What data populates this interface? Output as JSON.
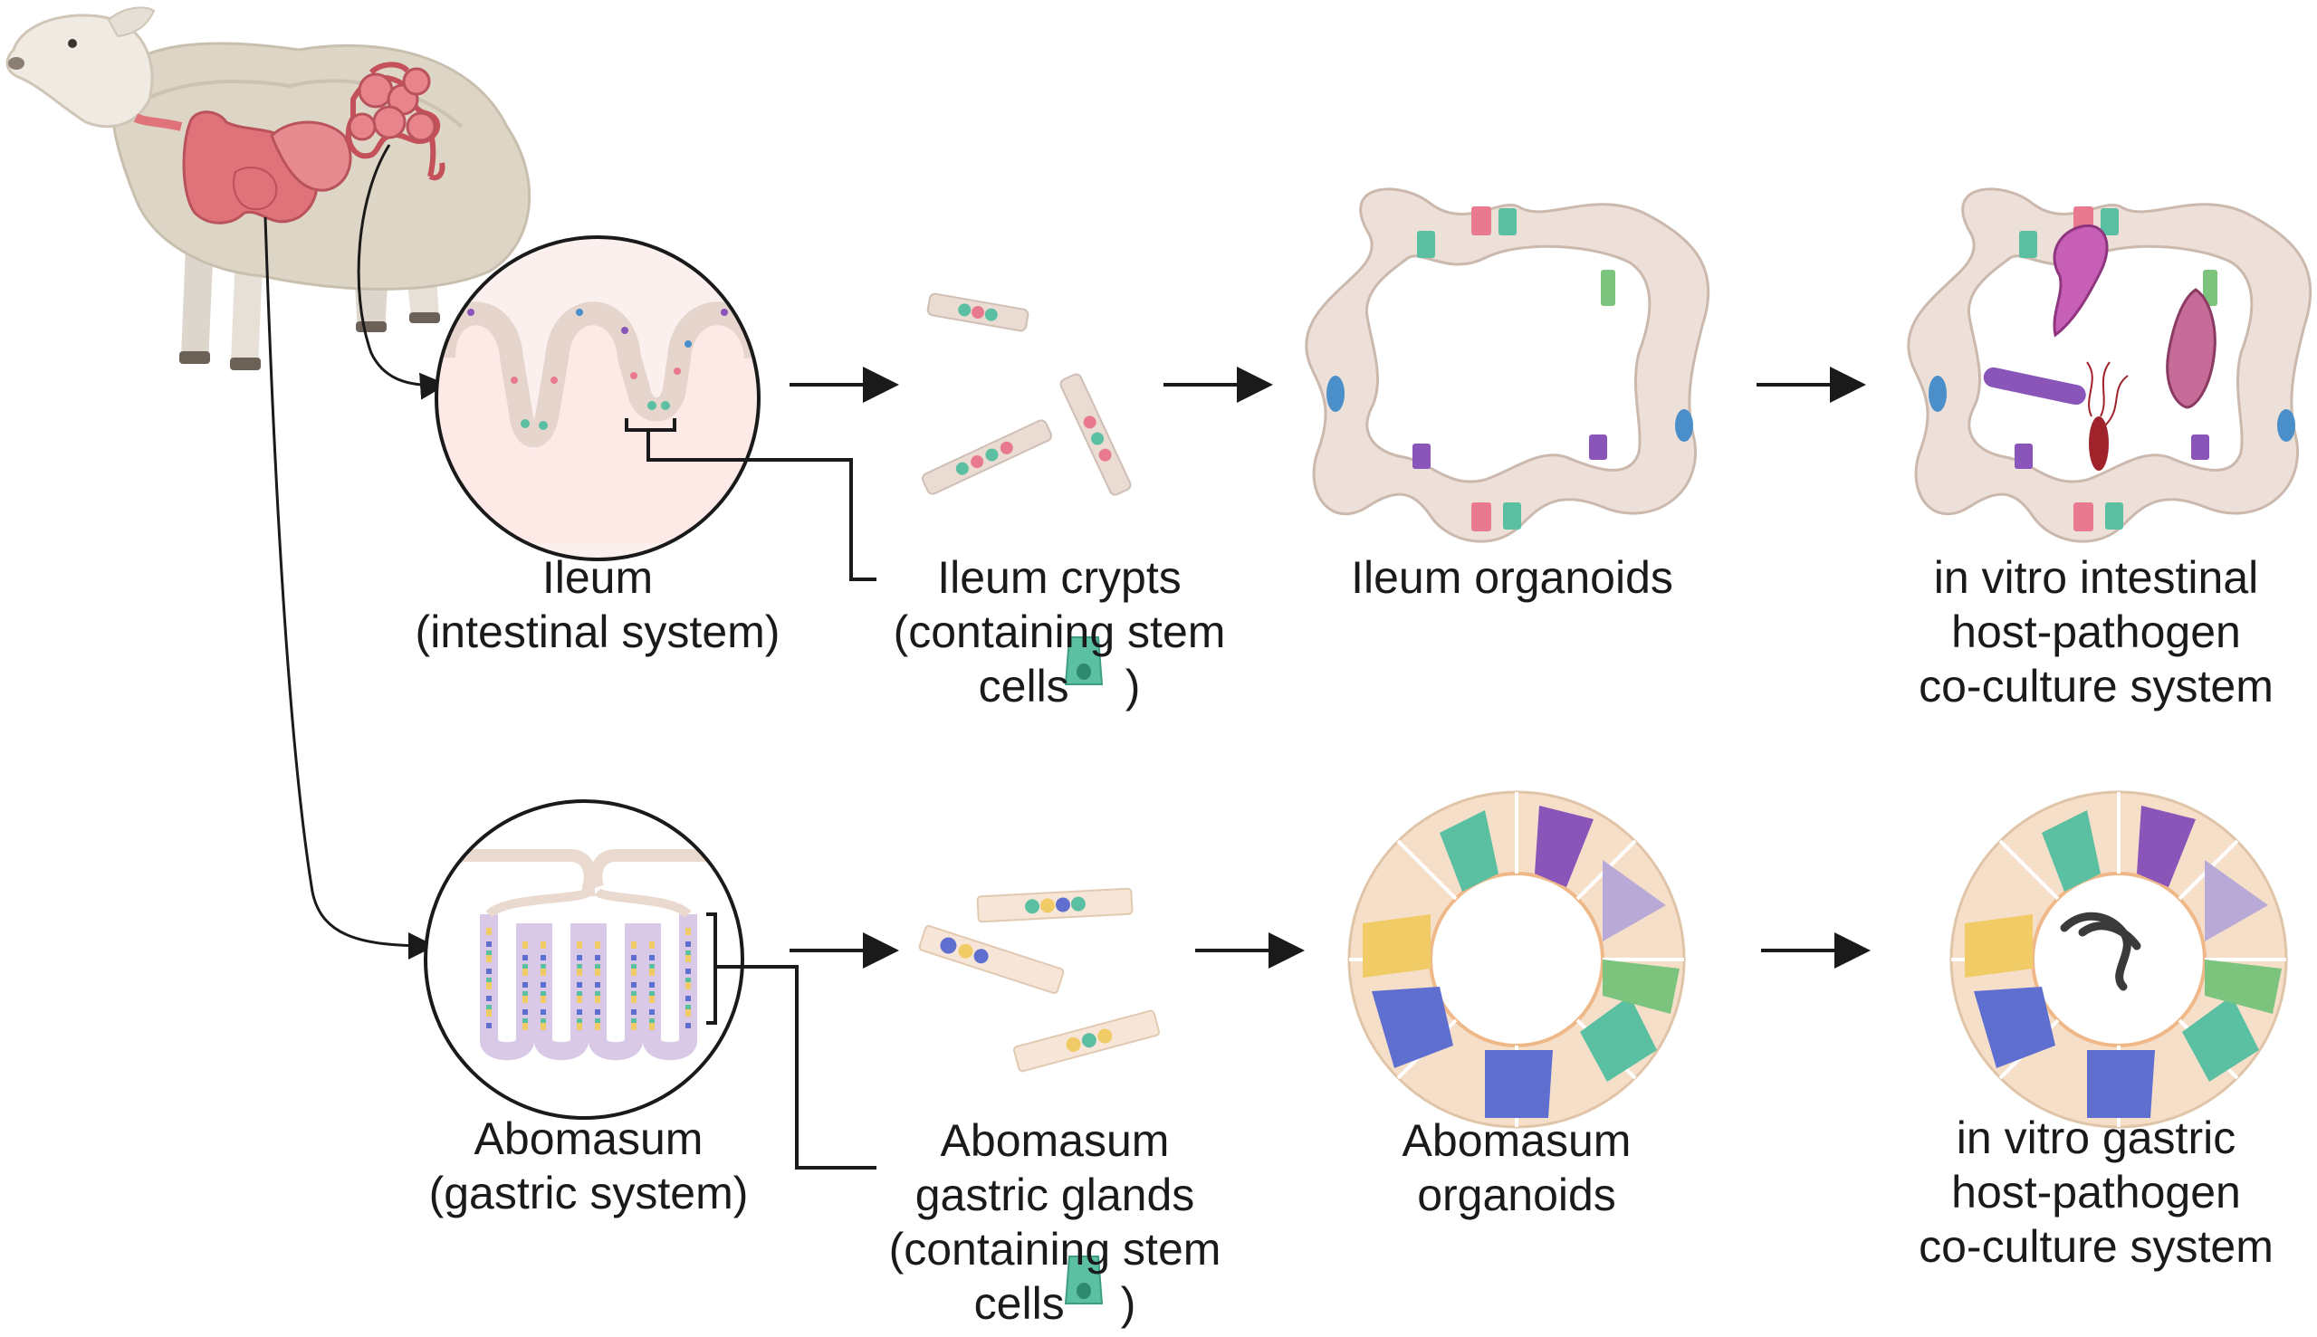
{
  "labels": {
    "ileum": [
      "Ileum",
      "(intestinal system)"
    ],
    "ileum_crypts": [
      "Ileum crypts",
      "(containing stem",
      "cells",
      ")"
    ],
    "ileum_organoids": [
      "Ileum organoids"
    ],
    "intestinal_coculture": [
      "in vitro intestinal",
      "host-pathogen",
      "co-culture system"
    ],
    "abomasum": [
      "Abomasum",
      "(gastric system)"
    ],
    "abomasum_glands": [
      "Abomasum",
      "gastric glands",
      "(containing stem",
      "cells",
      ")"
    ],
    "abomasum_organoids": [
      "Abomasum",
      "organoids"
    ],
    "gastric_coculture": [
      "in vitro gastric",
      "host-pathogen",
      "co-culture system"
    ]
  },
  "icons": {
    "sheep": "sheep-illustration",
    "stem_cell": "stem-cell-icon",
    "parasites": [
      "flagellate-parasite",
      "trematode-parasite",
      "rod-bacterium",
      "spirochete-bacteria",
      "nematode-worm"
    ]
  },
  "colors": {
    "stem_cell": "#5bbfa2",
    "goblet": "#e9798f",
    "enteroendocrine": "#8a55b8",
    "tuft": "#4a8fc9",
    "epithelium": "#eadcd3",
    "organ": "#e0737a",
    "parietal": "#5f6fd0",
    "chief": "#f0cb66",
    "mucous": "#b8a9d6"
  }
}
